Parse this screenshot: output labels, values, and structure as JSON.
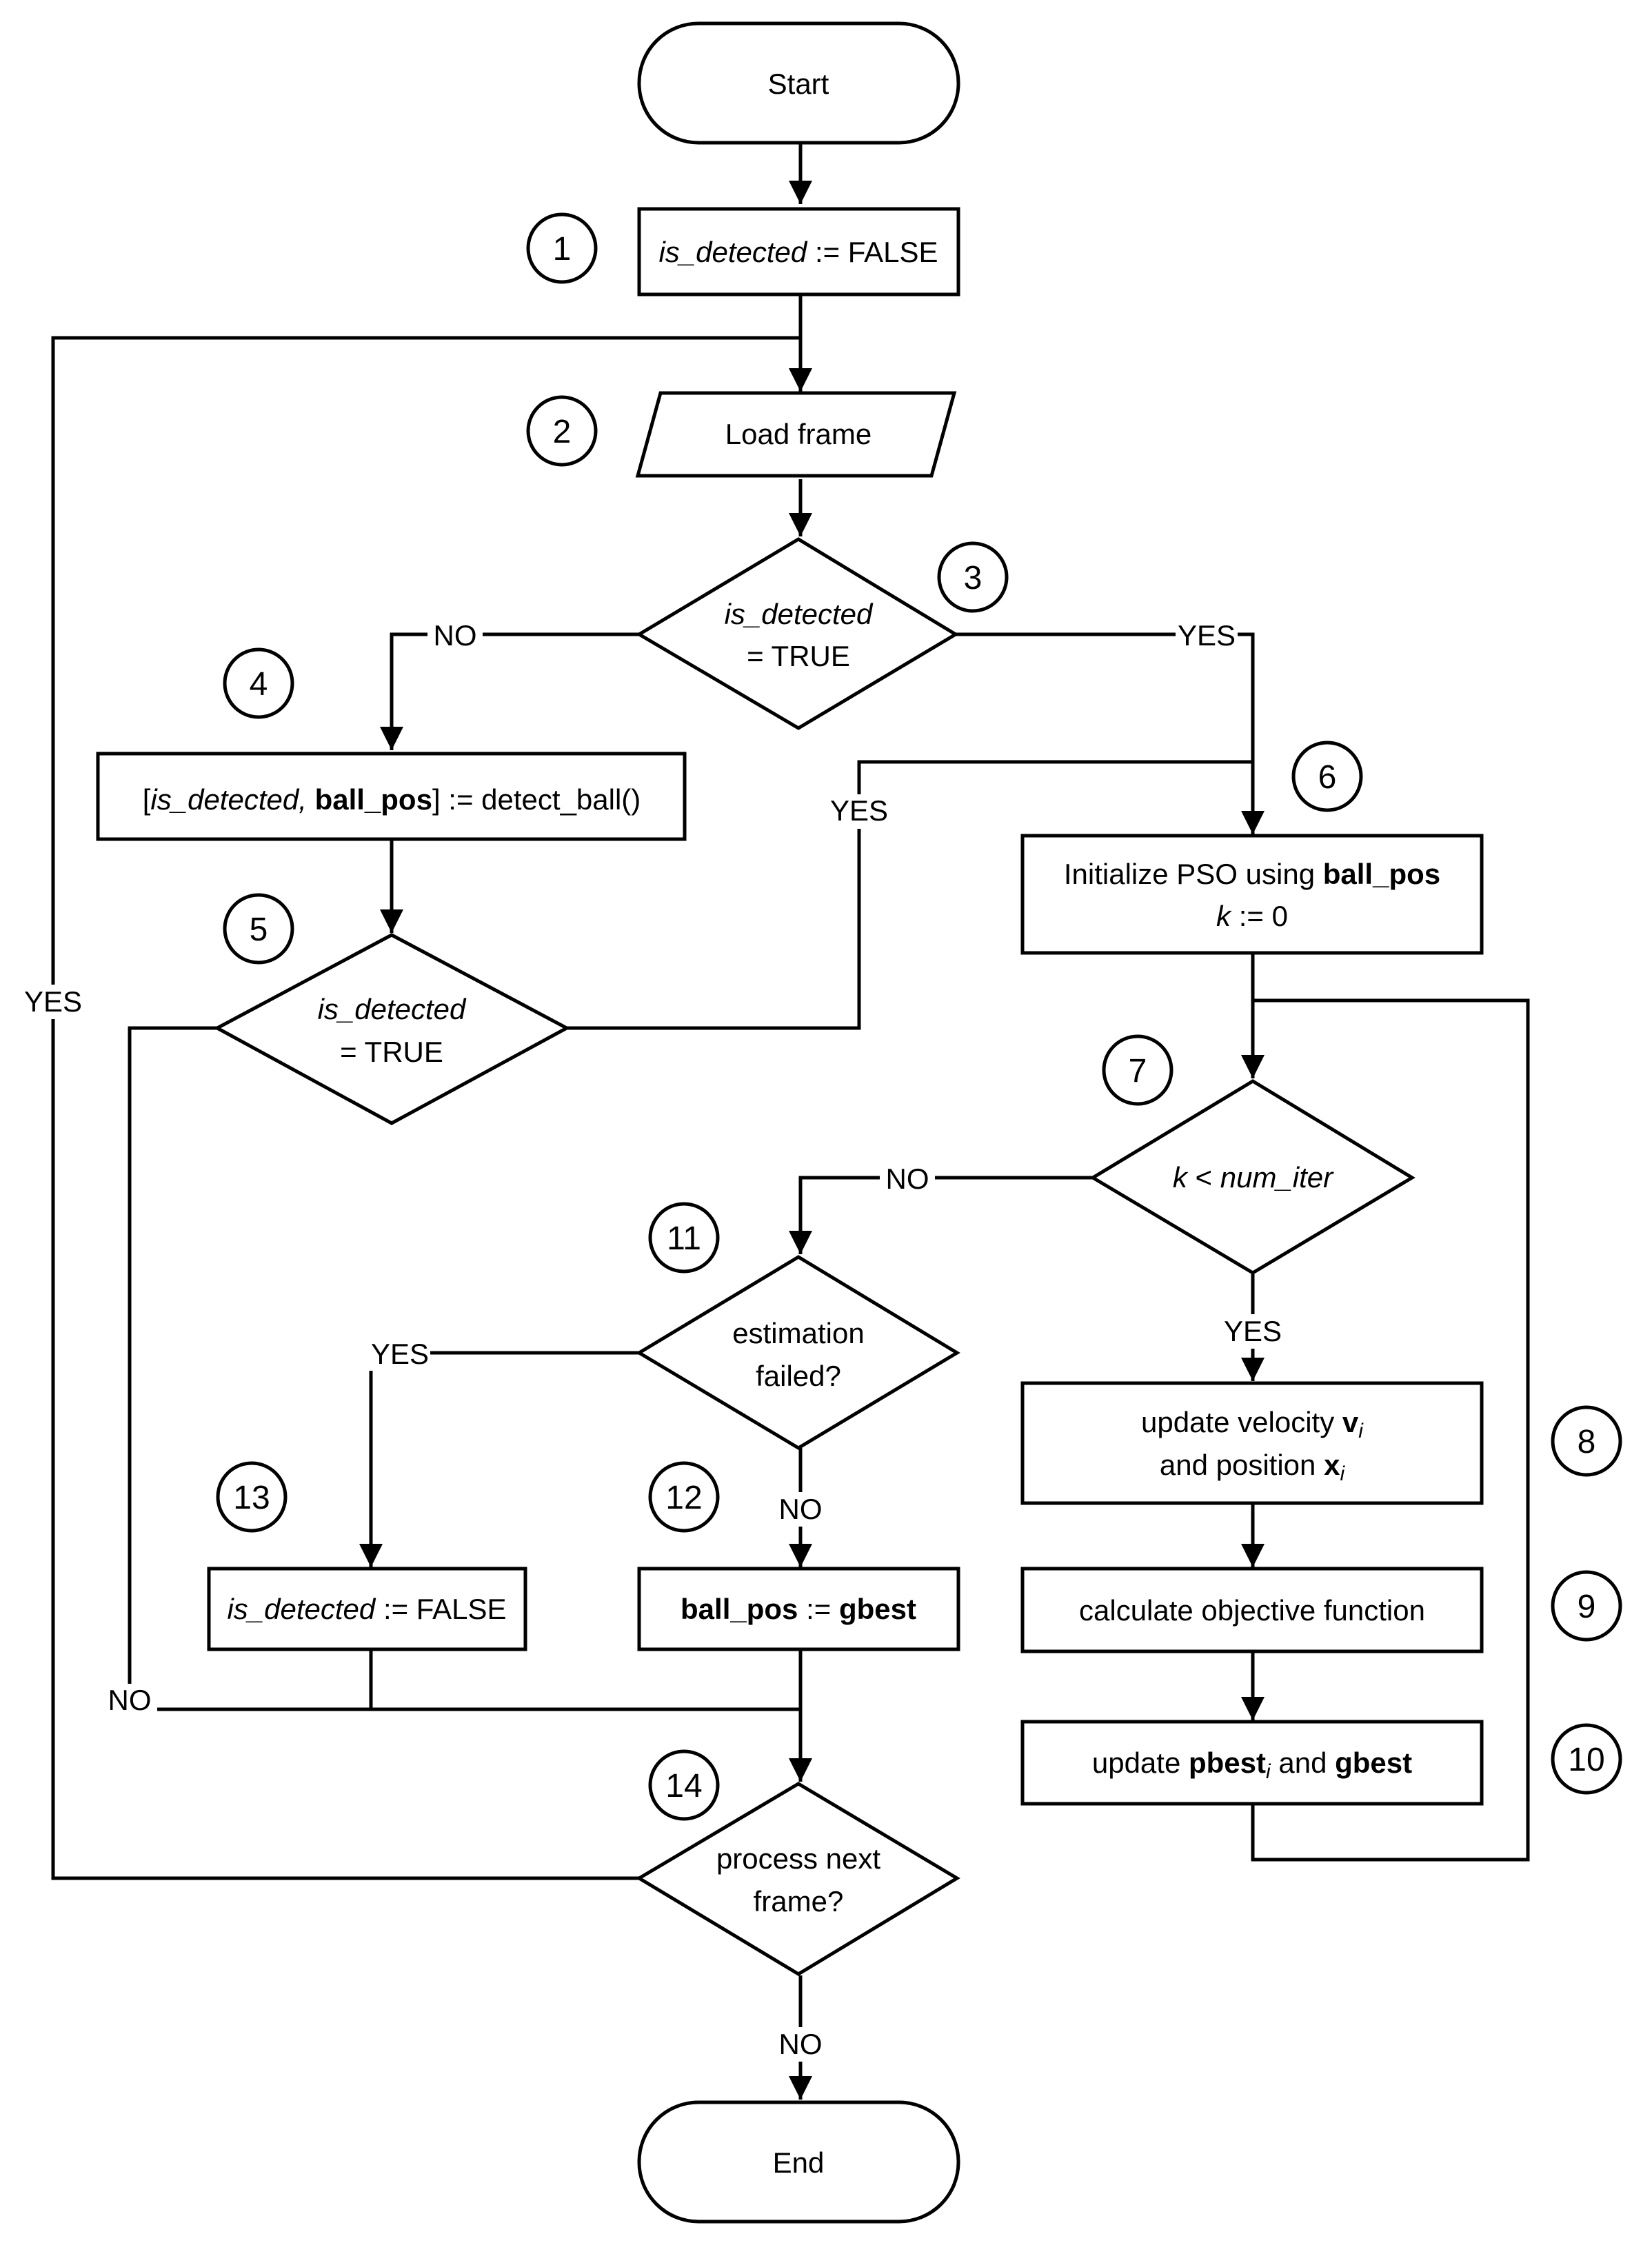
{
  "diagram": {
    "start": "Start",
    "end": "End",
    "step1": {
      "var": "is_detected",
      "assign": ":= FALSE"
    },
    "step2": "Load frame",
    "step3": {
      "var": "is_detected",
      "cond": "= TRUE"
    },
    "step4": {
      "open": "[",
      "var": "is_detected,",
      "ball": "ball_pos",
      "rest": "] := detect_ball()"
    },
    "step5": {
      "var": "is_detected",
      "cond": "= TRUE"
    },
    "step6": {
      "line1_text": "Initialize PSO using",
      "line1_bold": "ball_pos",
      "k": "k",
      "assign": ":= 0"
    },
    "step7": {
      "k": "k",
      "op": "<",
      "iter": "num_iter"
    },
    "step8": {
      "line1_text": "update velocity",
      "v": "v",
      "line2_text": "and position",
      "x": "x",
      "sub": "i"
    },
    "step9": "calculate objective function",
    "step10": {
      "pre": "update",
      "pbest": "pbest",
      "sub": "i",
      "mid": "and",
      "gbest": "gbest"
    },
    "step11": {
      "line1": "estimation",
      "line2": "failed?"
    },
    "step12": {
      "ball": "ball_pos",
      "assign": ":=",
      "gbest": "gbest"
    },
    "step13": {
      "var": "is_detected",
      "assign": ":= FALSE"
    },
    "step14": {
      "line1": "process next",
      "line2": "frame?"
    },
    "step_numbers": [
      "1",
      "2",
      "3",
      "4",
      "5",
      "6",
      "7",
      "8",
      "9",
      "10",
      "11",
      "12",
      "13",
      "14"
    ],
    "labels": {
      "yes_3": "YES",
      "no_3": "NO",
      "yes_5": "YES",
      "no_5": "NO",
      "yes_7": "YES",
      "no_7": "NO",
      "yes_11": "YES",
      "no_11": "NO",
      "yes_14": "YES",
      "no_14": "NO"
    }
  }
}
